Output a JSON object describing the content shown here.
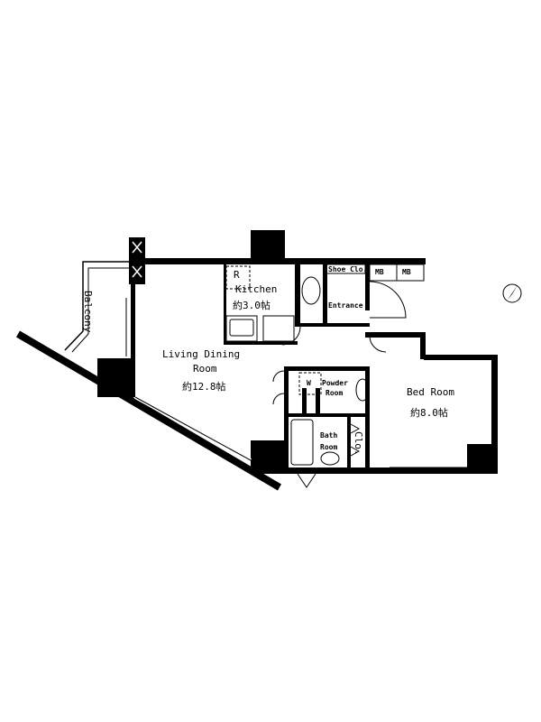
{
  "floorplan": {
    "rooms": {
      "balcony": "Balcony",
      "ldk_name": "Living Dining",
      "ldk_name2": "Room",
      "ldk_size": "約12.8帖",
      "fridge": "R",
      "kitchen": "Kitchen",
      "kitchen_size": "約3.0帖",
      "shoe_closet": "Shoe Clo.",
      "mb1": "MB",
      "mb2": "MB",
      "entrance": "Entrance",
      "washer": "W",
      "powder1": "Powder",
      "powder2": "Room",
      "bath1": "Bath",
      "bath2": "Room",
      "closet": "Clo.",
      "bedroom": "Bed Room",
      "bedroom_size": "約8.0帖"
    },
    "compass_icon": "north-arrow-icon",
    "colors": {
      "wall": "#000000",
      "background": "#ffffff"
    }
  }
}
